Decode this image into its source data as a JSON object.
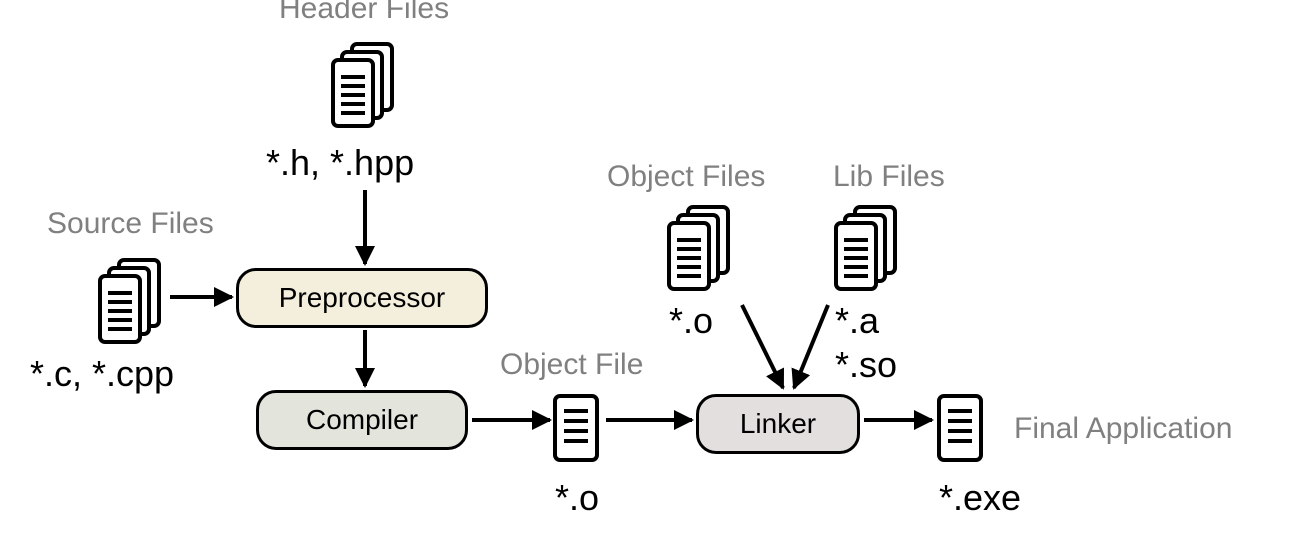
{
  "labels": {
    "header_files": "Header Files",
    "header_ext": "*.h, *.hpp",
    "source_files": "Source Files",
    "source_ext": "*.c, *.cpp",
    "object_files": "Object Files",
    "object_files_ext": "*.o",
    "lib_files": "Lib Files",
    "lib_ext_a": "*.a",
    "lib_ext_so": "*.so",
    "object_file": "Object File",
    "object_file_ext": "*.o",
    "final_application": "Final Application",
    "final_ext": "*.exe"
  },
  "boxes": {
    "preprocessor": "Preprocessor",
    "compiler": "Compiler",
    "linker": "Linker"
  },
  "colors": {
    "preprocessor_fill": "#f4efdc",
    "compiler_fill": "#e3e4dc",
    "linker_fill": "#e4dfdf",
    "gray_text": "#808080"
  },
  "icons": {
    "multi_document": "stacked-documents-icon",
    "single_document": "document-icon"
  }
}
